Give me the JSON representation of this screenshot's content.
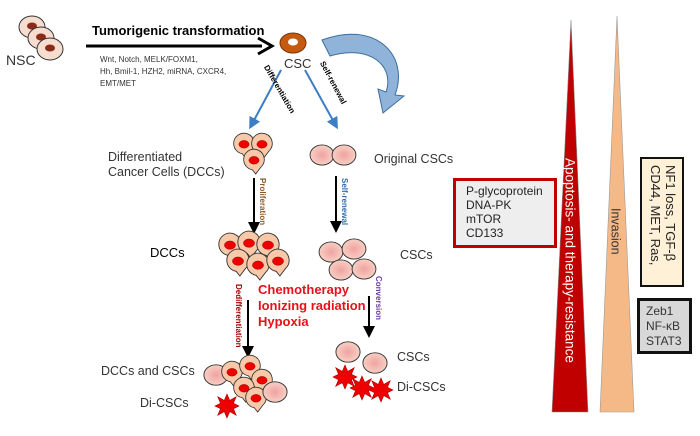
{
  "top": {
    "nsc_label": "NSC",
    "transformation_title": "Tumorigenic transformation",
    "transformation_factors_1": "Wnt, Notch, MELK/FOXM1,",
    "transformation_factors_2": "Hh, Bmil-1, HZH2, miRNA, CXCR4,",
    "transformation_factors_3": "EMT/MET",
    "csc_label": "CSC"
  },
  "branches": {
    "differentiation": "Differentiation",
    "self_renewal_top": "Self-renewal",
    "proliferation": "Proliferation",
    "self_renewal_mid": "Self-renewal",
    "dedifferentiation": "Dedifferentiation",
    "conversion": "Conversion"
  },
  "labels": {
    "dccs_line1": "Differentiated",
    "dccs_line2": "Cancer Cells (DCCs)",
    "original_cscs": "Original CSCs",
    "dccs": "DCCs",
    "cscs_mid": "CSCs",
    "dccs_and_cscs": "DCCs and CSCs",
    "di_cscs_left": "Di-CSCs",
    "cscs_bottom": "CSCs",
    "di_cscs_right": "Di-CSCs"
  },
  "treatments": [
    "Chemotherapy",
    "Ionizing radiation",
    "Hypoxia"
  ],
  "resistance_box": [
    "P-glycoprotein",
    "DNA-PK",
    "mTOR",
    "CD133"
  ],
  "wedges": {
    "resistance": "Apoptosis- and therapy-resistance",
    "invasion": "Invasion"
  },
  "invasion_box": [
    "NF1 loss, TGF-β",
    "CD44, MET, Ras,"
  ],
  "signaling_box": [
    "Zeb1",
    "NF-κB",
    "STAT3"
  ],
  "colors": {
    "red": "#c00000",
    "bright_red": "#e8101a",
    "peach": "#f7c3a0",
    "csc_brown": "#c55a11",
    "blue_arrow": "#3c7dc4",
    "dedifferentiation_text": "#a00000",
    "proliferation_text": "#8b5a2b",
    "conversion_text": "#6a3d9a",
    "self_renewal_text": "#2e6db4"
  }
}
